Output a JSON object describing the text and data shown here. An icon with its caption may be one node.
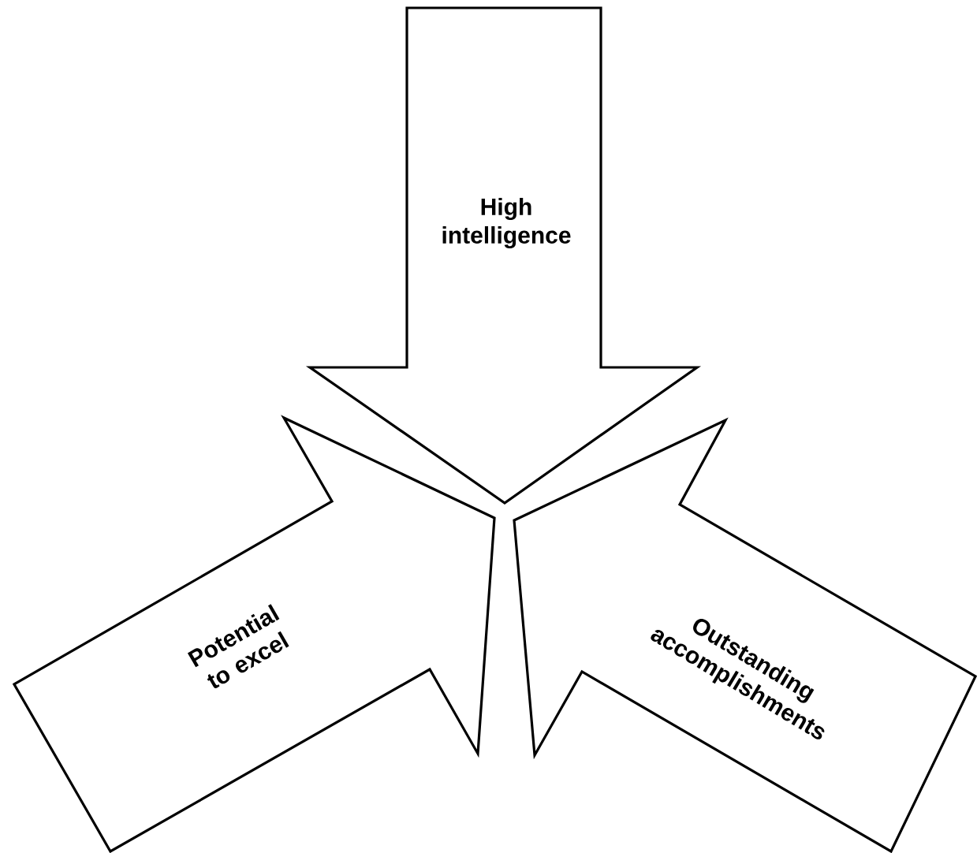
{
  "diagram": {
    "nodes": [
      {
        "text": [
          "High intelligence"
        ]
      },
      {
        "text": [
          "Potential to excel"
        ]
      },
      {
        "text": [
          "Outstanding accomplishments"
        ]
      }
    ]
  }
}
